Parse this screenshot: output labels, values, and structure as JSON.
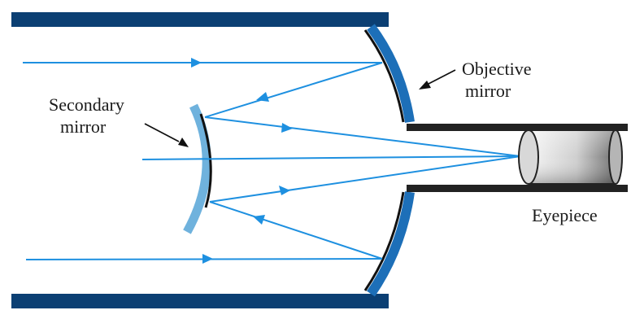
{
  "labels": {
    "objective": [
      "Objective",
      "mirror"
    ],
    "secondary": [
      "Secondary",
      "mirror"
    ],
    "eyepiece": "Eyepiece"
  },
  "colors": {
    "tube": "#0b3f73",
    "objective_mirror": "#1d6fb8",
    "secondary_mirror": "#6fb2dd",
    "ray": "#1e90e0",
    "text": "#1a1a1a",
    "eyepiece_light": "#f2f2f2",
    "eyepiece_dark": "#7a7a7a"
  }
}
